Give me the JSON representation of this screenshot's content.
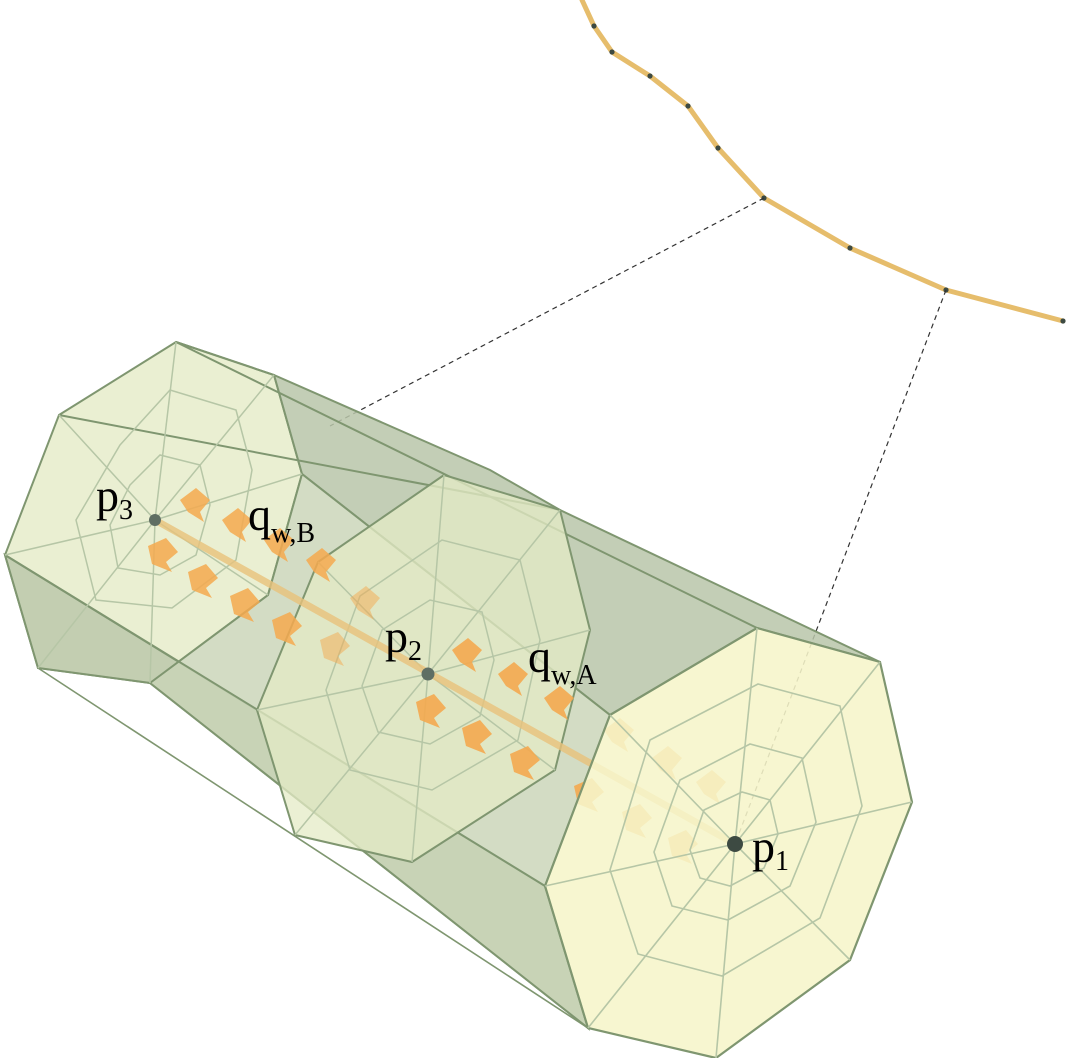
{
  "labels": {
    "p1": {
      "main": "p",
      "sub": "1"
    },
    "p2": {
      "main": "p",
      "sub": "2"
    },
    "p3": {
      "main": "p",
      "sub": "3"
    },
    "qA": {
      "main": "q",
      "sub": "w,A"
    },
    "qB": {
      "main": "q",
      "sub": "w,B"
    }
  },
  "colors": {
    "face_yellow": "#f6f5c9",
    "face_green": "#dde5c8",
    "body_shadow": "#b9c6a9",
    "edge": "#7f9670",
    "mesh": "#b6c6a6",
    "arrow": "#f4a94f",
    "path": "#e9c27a",
    "node": "#3d4a42"
  }
}
